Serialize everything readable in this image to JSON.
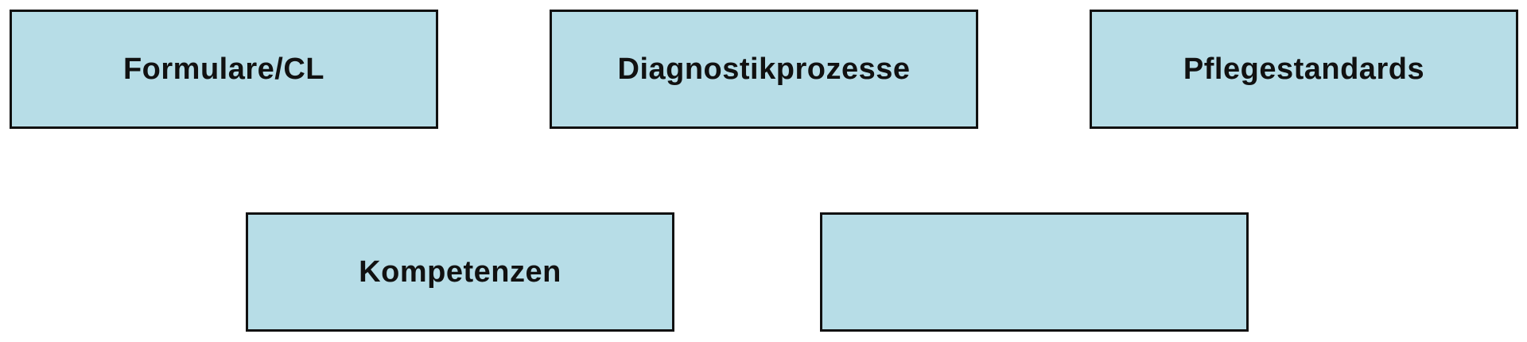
{
  "boxes": [
    {
      "label": "Formulare/CL"
    },
    {
      "label": "Diagnostikprozesse"
    },
    {
      "label": "Pflegestandards"
    },
    {
      "label": "Kompetenzen"
    },
    {
      "label": ""
    }
  ],
  "colors": {
    "box_fill": "#b7dde7",
    "box_border": "#111111",
    "text": "#111111",
    "background": "#ffffff"
  }
}
